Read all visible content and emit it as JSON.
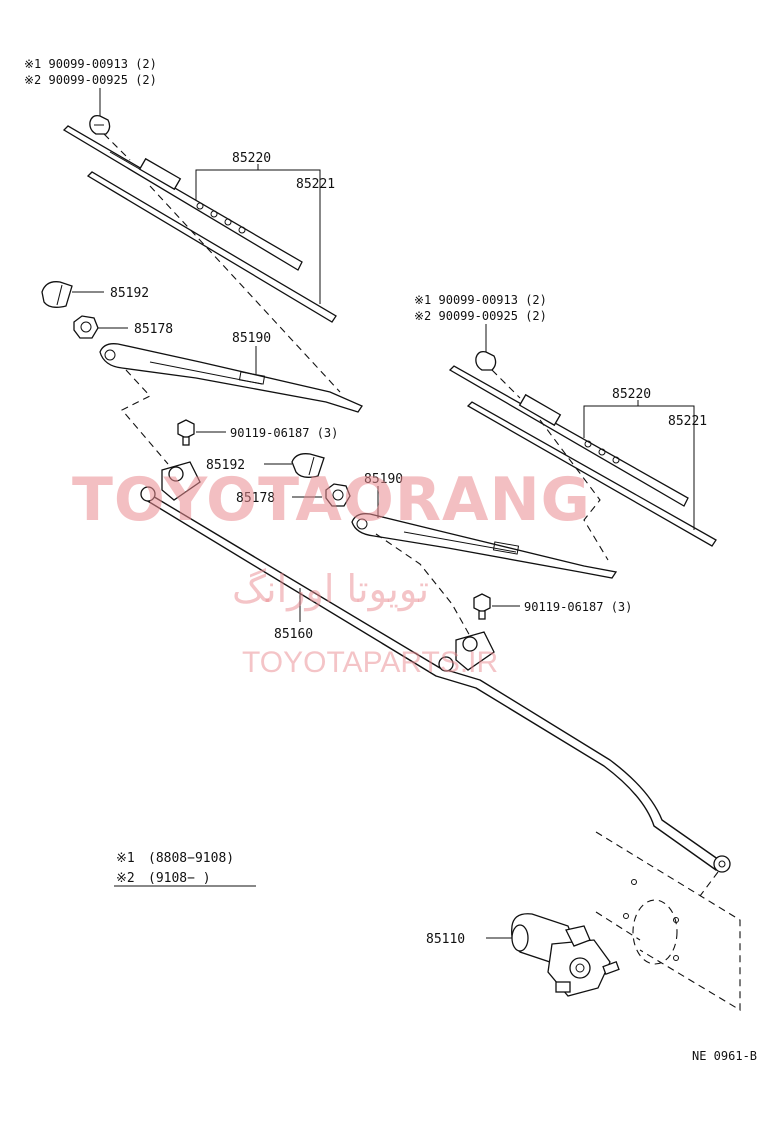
{
  "labels": {
    "screw_left_1": "※1 90099-00913 (2)",
    "screw_left_2": "※2 90099-00925 (2)",
    "screw_right_1": "※1 90099-00913 (2)",
    "screw_right_2": "※2 90099-00925 (2)",
    "blade_left": "85220",
    "refill_left": "85221",
    "blade_right": "85220",
    "refill_right": "85221",
    "cap_left": "85192",
    "nut_left": "85178",
    "arm_left": "85190",
    "bolt_left": "90119-06187 (3)",
    "cap_right": "85192",
    "nut_right": "85178",
    "arm_right": "85190",
    "bolt_right": "90119-06187 (3)",
    "link": "85160",
    "motor": "85110"
  },
  "footnotes": {
    "note1_mark": "※1",
    "note1_range": "(8808−9108)",
    "note2_mark": "※2",
    "note2_range": "(9108−       )"
  },
  "drawing_code": "NE 0961-B",
  "watermark": {
    "brand": "TOYOTAORANG",
    "arabic": "تويوتا اورانگ",
    "site": "TOYOTAPARTS.IR"
  }
}
